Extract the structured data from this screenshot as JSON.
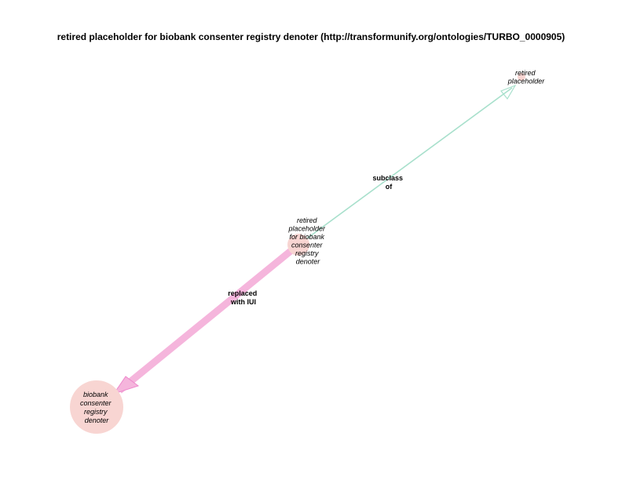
{
  "title": "retired placeholder for biobank consenter registry denoter (http://transformunify.org/ontologies/TURBO_0000905)",
  "colors": {
    "node_fill": "#f8d5d2",
    "subclass_edge": "#a8e0cc",
    "replaced_edge": "#f5b5dc",
    "replaced_arrow": "#ee88cc"
  },
  "nodes": [
    {
      "id": "center",
      "lines": [
        "retired",
        "placeholder",
        "for biobank",
        "consenter",
        "registry",
        "denoter"
      ]
    },
    {
      "id": "parent",
      "lines": [
        "retired",
        "placeholder"
      ]
    },
    {
      "id": "replacement",
      "lines": [
        "biobank",
        "consenter",
        "registry",
        "denoter"
      ]
    }
  ],
  "edges": [
    {
      "id": "subclass",
      "from": "center",
      "to": "parent",
      "lines": [
        "subclass",
        "of"
      ]
    },
    {
      "id": "replaced",
      "from": "center",
      "to": "replacement",
      "lines": [
        "replaced",
        "with IUI"
      ]
    }
  ]
}
